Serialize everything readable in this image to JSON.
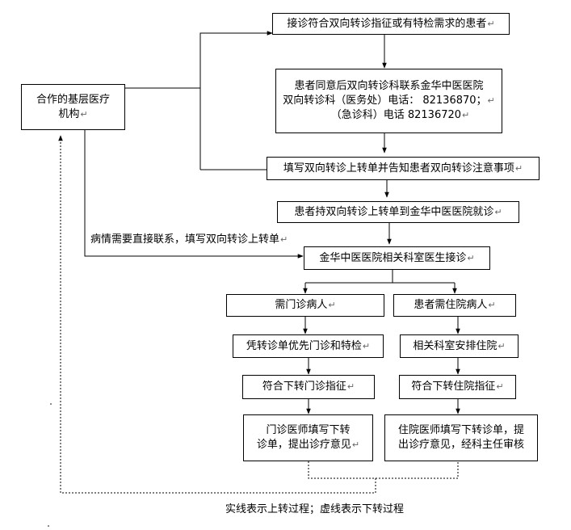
{
  "return_mark": "↵",
  "nodes": {
    "receive": "接诊符合双向转诊指征或有特检需求的患者",
    "contact_l1": "患者同意后双向转诊科联系金华中医医院",
    "contact_l2": "双向转诊科（医务处）电话： 82136870；",
    "contact_l3": "（急诊科）电话 82136720",
    "partner_l1": "合作的基层医疗",
    "partner_l2": "机构",
    "fill_form": "填写双向转诊上转单并告知患者双向转诊注意事项",
    "carry_form": "患者持双向转诊上转单到金华中医医院就诊",
    "direct_contact": "病情需要直接联系，填写双向转诊上转单",
    "dept_receive": "金华中医医院相关科室医生接诊",
    "outpatient": "需门诊病人",
    "inpatient": "患者需住院病人",
    "priority": "凭转诊单优先门诊和特检",
    "arrange_bed": "相关科室安排住院",
    "down_outpatient": "符合下转门诊指征",
    "down_inpatient": "符合下转住院指征",
    "op_doctor_l1": "门诊医师填写下转",
    "op_doctor_l2": "诊单，提出诊疗意见",
    "ip_doctor_l1": "住院医师填写下转诊单，提",
    "ip_doctor_l2": "出诊疗意见，经科主任审核",
    "legend": "实线表示上转过程；虚线表示下转过程"
  }
}
